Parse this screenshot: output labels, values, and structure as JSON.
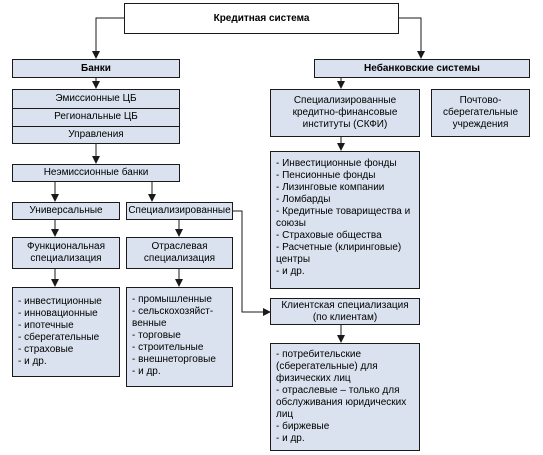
{
  "root": "Кредитная система",
  "banks": "Банки",
  "nonbank": "Небанковские системы",
  "central": [
    "Эмиссионные ЦБ",
    "Региональные ЦБ",
    "Управления"
  ],
  "nonemission": "Неэмиссионные банки",
  "universal": "Универсальные",
  "specialized": "Специализированные",
  "functional": "Функциональная специализация",
  "branch": "Отраслевая специализация",
  "functional_list": [
    "- инвестиционные",
    "- инновационные",
    "- ипотечные",
    "- сберегательные",
    "- страховые",
    "- и др."
  ],
  "branch_list": [
    "- промышленные",
    "- сельскохозяйст-венные",
    "- торговые",
    "- строительные",
    "- внешнеторговые",
    "- и др."
  ],
  "client": "Клиентская специализация (по клиентам)",
  "client_list": [
    "- потребительские (сберегательные) для физических лиц",
    "- отраслевые – только для обслуживания юридических лиц",
    "- биржевые",
    "- и др."
  ],
  "skfi": "Специализированные кредитно-финансовые институты (СКФИ)",
  "postal": "Почтово-сберегательные учреждения",
  "skfi_list": [
    "- Инвестиционные фонды",
    "- Пенсионные фонды",
    "- Лизинговые компании",
    "- Ломбарды",
    "- Кредитные товарищества и союзы",
    "- Страховые общества",
    "- Расчетные (клиринговые) центры",
    "- и др."
  ]
}
